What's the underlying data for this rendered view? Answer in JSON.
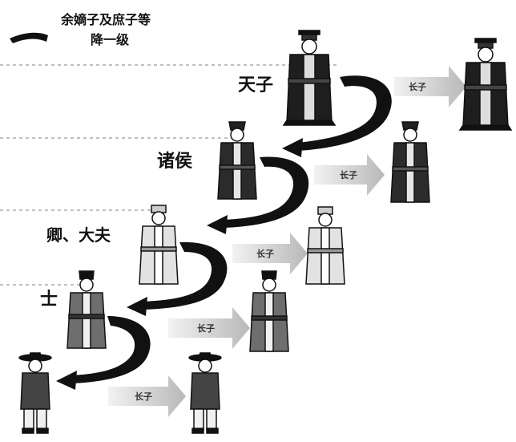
{
  "legend": {
    "line1": "余嫡子及庶子等",
    "line2": "降一级"
  },
  "ranks": [
    {
      "id": "tianzi",
      "label": "天子"
    },
    {
      "id": "zhuhou",
      "label": "诸侯"
    },
    {
      "id": "qing-dafu",
      "label": "卿、大夫"
    },
    {
      "id": "shi",
      "label": "士"
    },
    {
      "id": "shuren",
      "label": ""
    }
  ],
  "inherit_label": "长子",
  "colors": {
    "ink": "#111111",
    "dark_robe": "#1e1e1e",
    "mid_robe": "#6e6e6e",
    "light_robe": "#e2e2e2",
    "gray_arrow": "#bdbdbd",
    "dashed_line": "#9a9a9a"
  }
}
